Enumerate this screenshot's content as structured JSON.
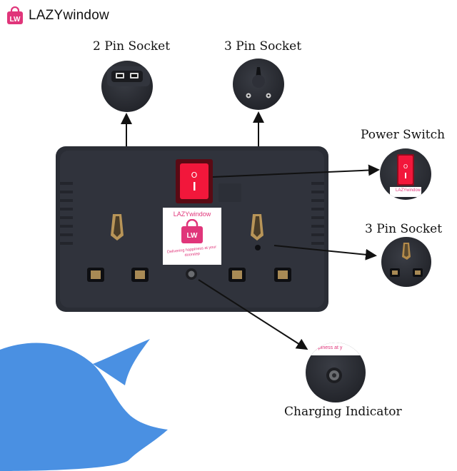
{
  "brand": {
    "name": "LAZYwindow",
    "logo_icon": "shopping-bag-icon",
    "accent": "#e0357a"
  },
  "labels": {
    "two_pin": "2 Pin Socket",
    "three_pin_top": "3 Pin Socket",
    "power_switch": "Power Switch",
    "three_pin_side": "3 Pin Socket",
    "charging": "Charging Indicator"
  },
  "sticker": {
    "brand": "LAZYwindow",
    "monogram": "LW",
    "tagline": "Delivering happiness at your doorstep"
  },
  "zoom_snippets": {
    "switch_brand": "LAZYwindow",
    "indicator_tagline": "ppiness at y"
  },
  "colors": {
    "device_body": "#2a2d35",
    "switch_red": "#f2173b",
    "blob_blue": "#4a90e2"
  }
}
